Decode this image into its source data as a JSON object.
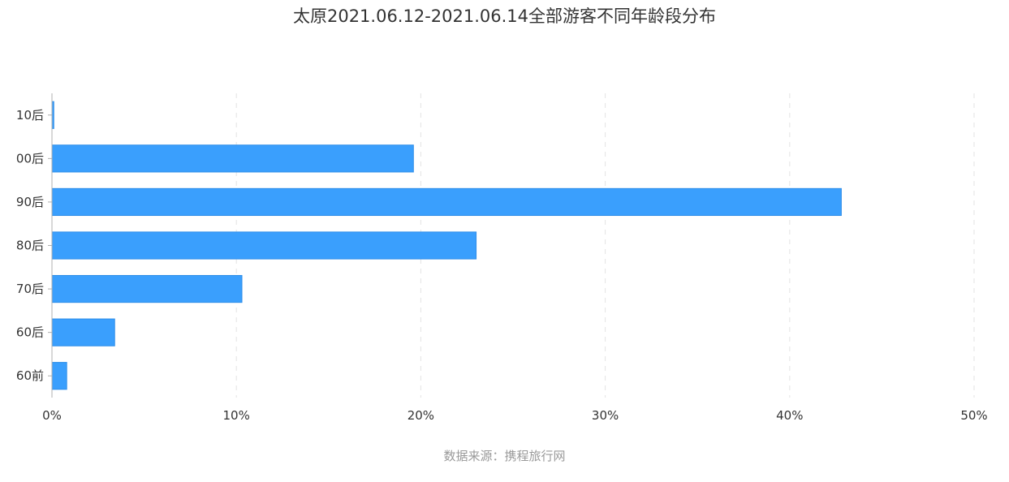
{
  "chart_data": {
    "type": "bar",
    "orientation": "horizontal",
    "title": "太原2021.06.12-2021.06.14全部游客不同年龄段分布",
    "categories": [
      "10后",
      "00后",
      "90后",
      "80后",
      "70后",
      "60后",
      "60前"
    ],
    "values": [
      0.1,
      19.6,
      42.8,
      23.0,
      10.3,
      3.4,
      0.8
    ],
    "value_unit": "%",
    "xlim": [
      0,
      50
    ],
    "x_ticks": [
      0,
      10,
      20,
      30,
      40,
      50
    ],
    "x_tick_labels": [
      "0%",
      "10%",
      "20%",
      "30%",
      "40%",
      "50%"
    ],
    "xlabel": "",
    "ylabel": "",
    "grid": "vertical dashed",
    "legend": "none",
    "bar_color": "#3a9ffd",
    "source": "数据来源：携程旅行网"
  }
}
